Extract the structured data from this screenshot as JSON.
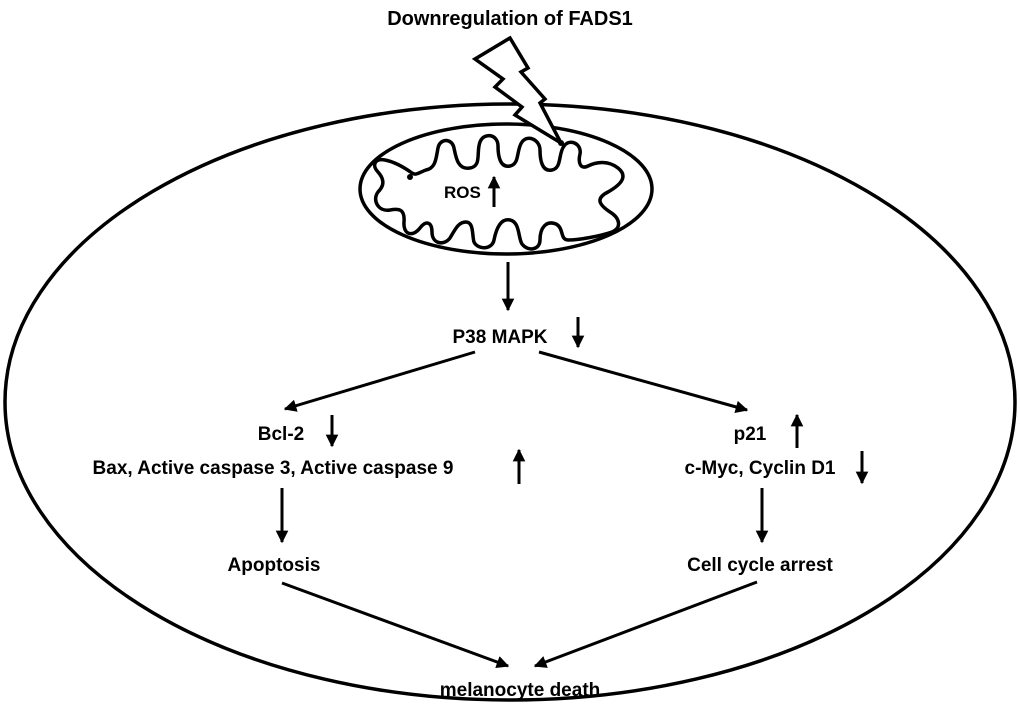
{
  "diagram": {
    "type": "signaling-pathway",
    "colors": {
      "line": "#000000",
      "background": "#ffffff"
    },
    "trigger": {
      "label": "Downregulation of FADS1",
      "icon": "lightning-bolt"
    },
    "organelle": {
      "name": "mitochondrion",
      "label": "ROS",
      "change": "up"
    },
    "nodes": {
      "p38": {
        "label": "P38 MAPK",
        "change": "down"
      },
      "bcl2": {
        "label": "Bcl-2",
        "change": "down"
      },
      "bax": {
        "label": "Bax, Active caspase 3, Active caspase 9",
        "change": "up"
      },
      "p21": {
        "label": "p21",
        "change": "up"
      },
      "cmyc": {
        "label": "c-Myc, Cyclin D1",
        "change": "down"
      },
      "apoptosis": {
        "label": "Apoptosis"
      },
      "arrest": {
        "label": "Cell cycle arrest"
      },
      "death": {
        "label": "melanocyte death"
      }
    },
    "edges": [
      {
        "from": "mitochondrion",
        "to": "p38"
      },
      {
        "from": "p38",
        "to": "bcl2"
      },
      {
        "from": "p38",
        "to": "p21"
      },
      {
        "from": "bax",
        "to": "apoptosis"
      },
      {
        "from": "cmyc",
        "to": "arrest"
      },
      {
        "from": "apoptosis",
        "to": "death"
      },
      {
        "from": "arrest",
        "to": "death"
      }
    ]
  }
}
